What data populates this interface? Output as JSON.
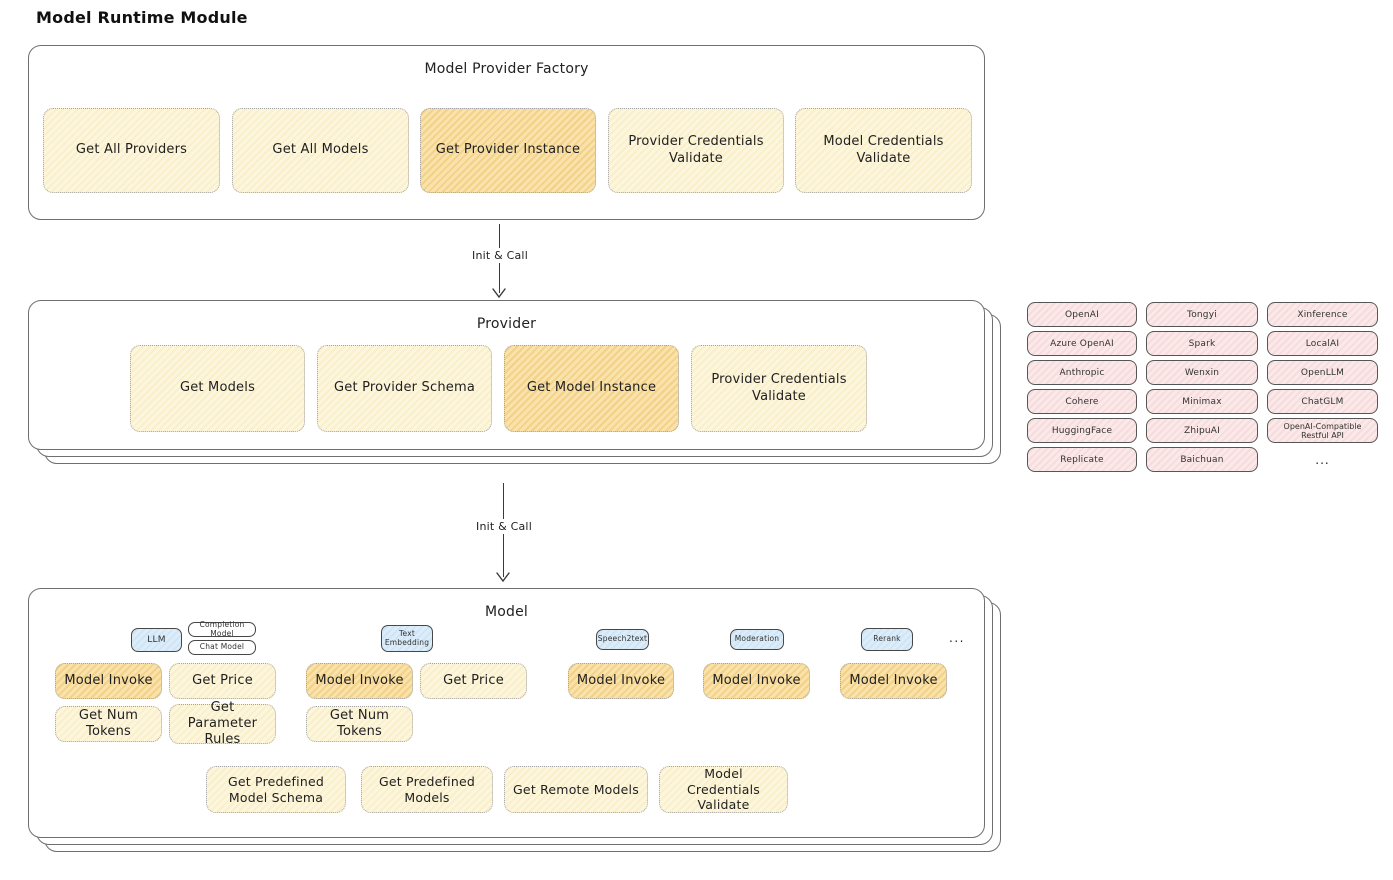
{
  "title": "Model Runtime Module",
  "colors": {
    "box_yellow": "#fdf6de",
    "box_yellow_hatch": "#faefc8",
    "box_orange": "#f9e2ac",
    "box_orange_hatch": "#f3d186",
    "chip_pink": "#fbe9e9",
    "chip_pink_hatch": "#f6dcdc",
    "tag_blue": "#dcedf9",
    "tag_blue_hatch": "#cfe5f6",
    "stroke": "#3a3a3a",
    "container_stroke": "#6f6f6f"
  },
  "factory": {
    "title": "Model Provider Factory",
    "items": [
      {
        "label": "Get All Providers",
        "highlight": false
      },
      {
        "label": "Get All Models",
        "highlight": false
      },
      {
        "label": "Get Provider Instance",
        "highlight": true
      },
      {
        "label": "Provider Credentials Validate",
        "highlight": false
      },
      {
        "label": "Model Credentials Validate",
        "highlight": false
      }
    ]
  },
  "arrow1": {
    "label": "Init & Call"
  },
  "arrow2": {
    "label": "Init & Call"
  },
  "provider": {
    "title": "Provider",
    "items": [
      {
        "label": "Get Models",
        "highlight": false
      },
      {
        "label": "Get Provider Schema",
        "highlight": false
      },
      {
        "label": "Get Model Instance",
        "highlight": true
      },
      {
        "label": "Provider Credentials Validate",
        "highlight": false
      }
    ]
  },
  "providers_grid": {
    "col1": [
      "OpenAI",
      "Azure OpenAI",
      "Anthropic",
      "Cohere",
      "HuggingFace",
      "Replicate"
    ],
    "col2": [
      "Tongyi",
      "Spark",
      "Wenxin",
      "Minimax",
      "ZhipuAI",
      "Baichuan"
    ],
    "col3": [
      "Xinference",
      "LocalAI",
      "OpenLLM",
      "ChatGLM",
      "OpenAI-Compatible Restful API"
    ],
    "more": "..."
  },
  "model": {
    "title": "Model",
    "more": "...",
    "groups": [
      {
        "tag": "LLM",
        "sub_tags": [
          "Completion Model",
          "Chat Model"
        ],
        "functions": [
          "Model Invoke",
          "Get Price",
          "Get Num Tokens",
          "Get Parameter Rules"
        ]
      },
      {
        "tag": "Text Embedding",
        "functions": [
          "Model Invoke",
          "Get Price",
          "Get Num Tokens"
        ]
      },
      {
        "tag": "Speech2text",
        "functions": [
          "Model Invoke"
        ]
      },
      {
        "tag": "Moderation",
        "functions": [
          "Model Invoke"
        ]
      },
      {
        "tag": "Rerank",
        "functions": [
          "Model Invoke"
        ]
      }
    ],
    "bottom": [
      {
        "label": "Get Predefined Model Schema"
      },
      {
        "label": "Get Predefined Models"
      },
      {
        "label": "Get Remote Models"
      },
      {
        "label": "Model Credentials Validate"
      }
    ]
  }
}
